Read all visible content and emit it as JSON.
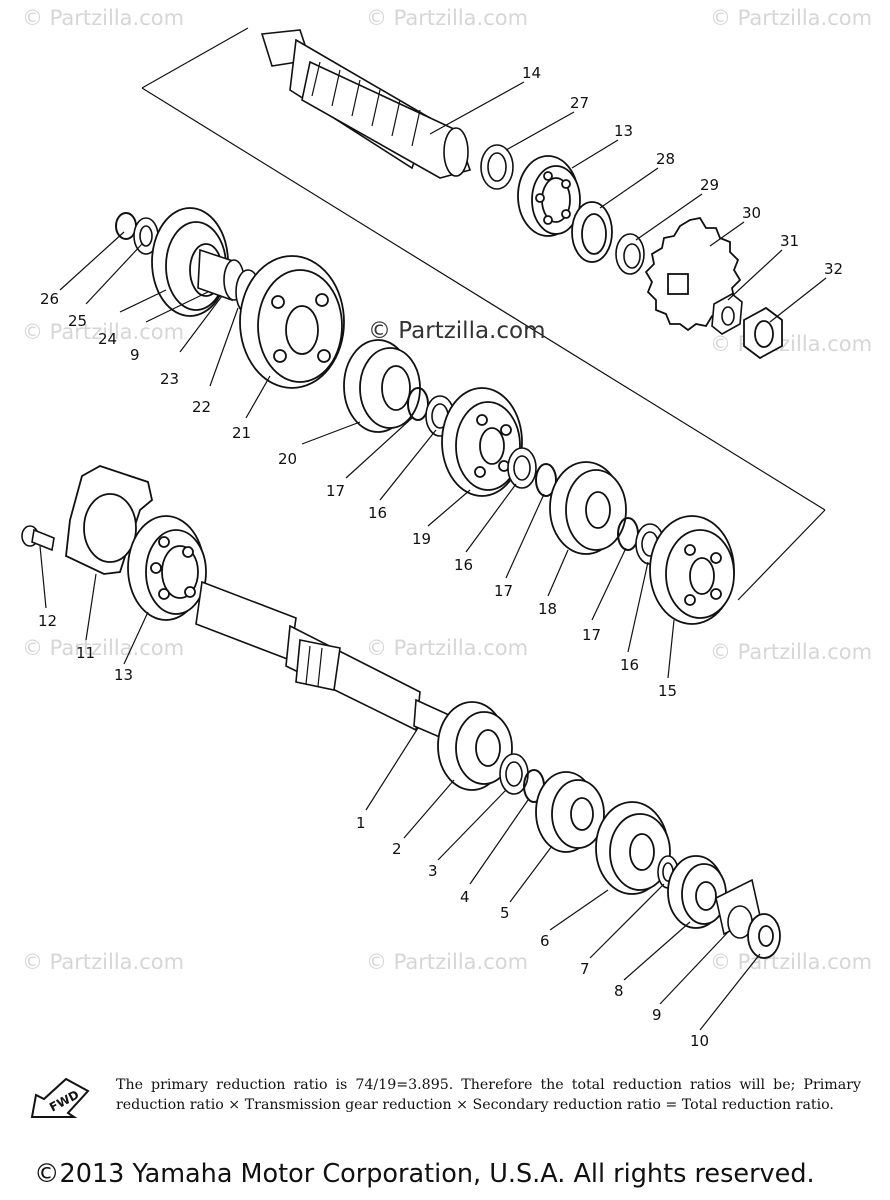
{
  "watermark": "© Partzilla.com",
  "center_watermark": "© Partzilla.com",
  "fwd_text": "FWD",
  "note": "The primary reduction ratio is 74/19=3.895. Therefore the total reduction ratios will be; Primary reduction ratio × Transmission gear reduction × Secondary reduction ratio = Total reduction ratio.",
  "copyright": "©2013 Yamaha Motor Corporation, U.S.A. All rights reserved.",
  "callouts": [
    "14",
    "27",
    "13",
    "28",
    "29",
    "30",
    "31",
    "32",
    "26",
    "25",
    "24",
    "9",
    "23",
    "22",
    "21",
    "20",
    "17",
    "16",
    "19",
    "16",
    "17",
    "18",
    "17",
    "16",
    "15",
    "12",
    "11",
    "13",
    "1",
    "2",
    "3",
    "4",
    "5",
    "6",
    "7",
    "8",
    "9",
    "10"
  ]
}
